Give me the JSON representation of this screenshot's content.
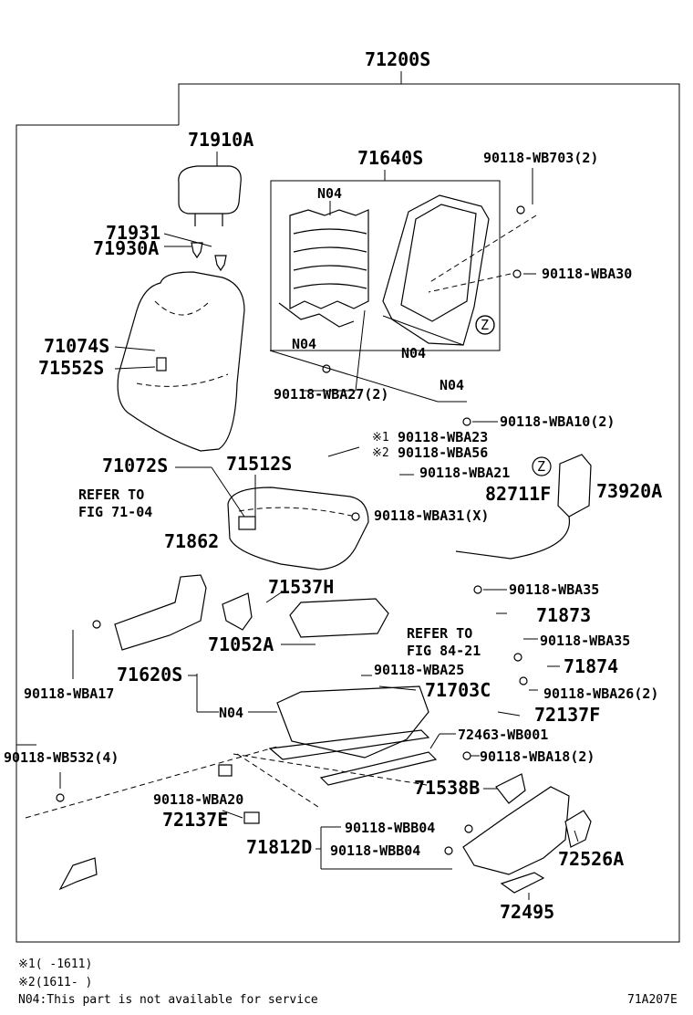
{
  "labels": {
    "asm": "71200S",
    "headrest": "71910A",
    "frame": "71640S",
    "b_wb703": "90118-WB703(2)",
    "n04_a": "N04",
    "b_wba30": "90118-WBA30",
    "p71931": "71931",
    "p71930a": "71930A",
    "p71074s": "71074S",
    "p71552s": "71552S",
    "n04_b": "N04",
    "n04_c": "N04",
    "n04_d": "N04",
    "b_wba27": "90118-WBA27(2)",
    "b_wba10": "90118-WBA10(2)",
    "mark1": "※1",
    "b_wba23": "90118-WBA23",
    "mark2": "※2",
    "b_wba56": "90118-WBA56",
    "p71072s": "71072S",
    "p71512s": "71512S",
    "b_wba21": "90118-WBA21",
    "refer1a": "REFER TO",
    "refer1b": "FIG 71-04",
    "p82711f": "82711F",
    "p73920a": "73920A",
    "b_wba31": "90118-WBA31(X)",
    "p71862": "71862",
    "p71537h": "71537H",
    "b_wba35a": "90118-WBA35",
    "p71873": "71873",
    "refer2a": "REFER TO",
    "refer2b": "FIG 84-21",
    "p71052a": "71052A",
    "b_wba35b": "90118-WBA35",
    "b_wba25": "90118-WBA25",
    "p71874": "71874",
    "p71620s": "71620S",
    "p71703c": "71703C",
    "b_wba26": "90118-WBA26(2)",
    "b_wba17": "90118-WBA17",
    "n04_e": "N04",
    "p72137f": "72137F",
    "p72463": "72463-WB001",
    "b_wba18": "90118-WBA18(2)",
    "b_wb532": "90118-WB532(4)",
    "b_wba20": "90118-WBA20",
    "p71538b": "71538B",
    "p72137e": "72137E",
    "b_wbb04a": "90118-WBB04",
    "p71812d": "71812D",
    "b_wbb04b": "90118-WBB04",
    "p72526a": "72526A",
    "p72495": "72495",
    "z1": "Z",
    "z2": "Z"
  },
  "notes": {
    "n1": "※1(    -1611)",
    "n2": "※2(1611-    )",
    "n3": "N04:This part is not available for service"
  },
  "fig_id": "71A207E"
}
